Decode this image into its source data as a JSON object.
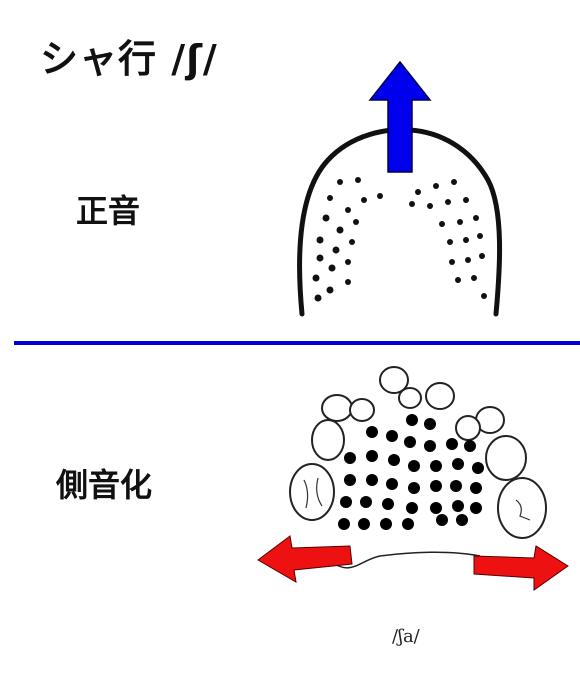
{
  "title": "シャ行 /ʃ/",
  "sections": {
    "normal": {
      "label": "正音"
    },
    "lateral": {
      "label": "側音化"
    }
  },
  "caption": "/ʃa/",
  "colors": {
    "up_arrow": "#0000ee",
    "side_arrows": "#ee1111",
    "divider": "#0000dd",
    "outline": "#111111"
  },
  "icons": {
    "up_arrow": "arrow-up-icon",
    "side_arrows": "arrow-left-right-icon"
  }
}
